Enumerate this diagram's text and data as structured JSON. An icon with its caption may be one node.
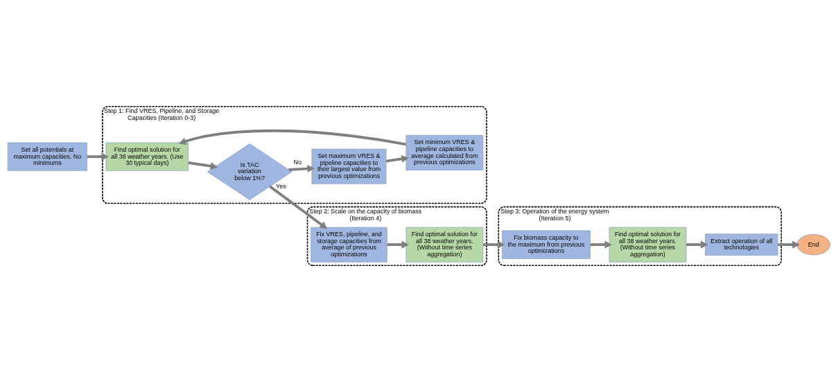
{
  "diagram": {
    "nodes": [
      {
        "text": [
          "Set all potentials at maximum capacities. No minimums"
        ]
      },
      {
        "text": [
          "Step 1: Find VRES, Pipeline, and Storage Capacities (Iteration 0-3)"
        ]
      },
      {
        "text": [
          "Find optimal solution for all 38 weather years. (Use 30 typical days)"
        ],
        "in": 1
      },
      {
        "text": [
          "Is TAC variation below 1%?"
        ],
        "in": 1
      },
      {
        "text": [
          "Set minimum VRES & pipeline capacities to average calculated from previous optimizations"
        ],
        "in": 1
      },
      {
        "text": [
          "Set maximum VRES & pipeline capacities to their largest value from previous optimizations"
        ],
        "in": 1
      },
      {
        "text": [
          "Step 2: Scale on the capacity of biomass (Iteration 4)"
        ]
      },
      {
        "text": [
          "Fix VRES, pipeline, and storage capacities from average of previous optimizations"
        ],
        "in": 6
      },
      {
        "text": [
          "Find optimal solution for all 38 weather years. (Without time series aggregation)"
        ],
        "in": 6
      },
      {
        "text": [
          "Step 3: Operation of the energy system (Iteration 5)"
        ]
      },
      {
        "text": [
          "End"
        ]
      },
      {
        "text": [
          "Extract operation of all technologies"
        ],
        "in": 9
      },
      {
        "text": [
          "Find optimal solution for all 38 weather years. (Without time series aggregation)"
        ],
        "in": 9
      },
      {
        "text": [
          "Fix biomass capacity to the maximum from previous optimizations"
        ],
        "in": 9
      }
    ],
    "edges": [
      {
        "from": 0,
        "to": 2,
        "arrow": "to"
      },
      {
        "from": 2,
        "to": 3,
        "arrow": "to"
      },
      {
        "from": 3,
        "to": 7,
        "arrow": "to",
        "label": "Yes"
      },
      {
        "from": 3,
        "to": 5,
        "arrow": "to",
        "label": "No"
      },
      {
        "from": 5,
        "to": 4,
        "arrow": "to"
      },
      {
        "from": 4,
        "to": 2,
        "arrow": "to"
      },
      {
        "from": 7,
        "to": 8,
        "arrow": "to"
      },
      {
        "from": 8,
        "to": 13,
        "arrow": "to"
      },
      {
        "from": 13,
        "to": 12,
        "arrow": "to"
      },
      {
        "from": 12,
        "to": 11,
        "arrow": "to"
      },
      {
        "from": 11,
        "to": 10,
        "arrow": "to"
      }
    ]
  }
}
